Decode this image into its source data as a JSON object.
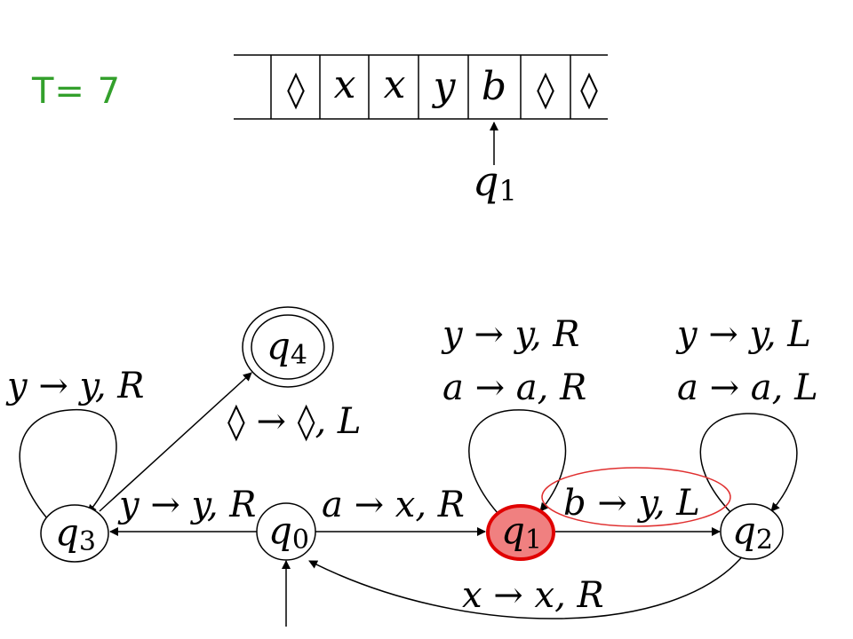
{
  "time": {
    "label": "T= 7"
  },
  "tape": {
    "cells": [
      "",
      "◊",
      "x",
      "x",
      "y",
      "b",
      "◊",
      "◊"
    ],
    "head_state": "q",
    "head_state_sub": "1",
    "head_cell_index": 5
  },
  "states": [
    {
      "id": "q0",
      "base": "q",
      "sub": "0",
      "active": false,
      "final": false
    },
    {
      "id": "q1",
      "base": "q",
      "sub": "1",
      "active": true,
      "final": false
    },
    {
      "id": "q2",
      "base": "q",
      "sub": "2",
      "active": false,
      "final": false
    },
    {
      "id": "q3",
      "base": "q",
      "sub": "3",
      "active": false,
      "final": false
    },
    {
      "id": "q4",
      "base": "q",
      "sub": "4",
      "active": false,
      "final": true
    }
  ],
  "transitions": {
    "q0_q1": "a → x, R",
    "q0_q3": "y → y, R",
    "q3_loop": "y → y, R",
    "q3_q4": "◊ → ◊, L",
    "q1_loop_1": "y → y, R",
    "q1_loop_2": "a → a, R",
    "q1_q2": "b → y, L",
    "q2_loop_1": "y → y, L",
    "q2_loop_2": "a → a, L",
    "q2_q0": "x → x, R"
  },
  "colors": {
    "active_fill": "#f08080",
    "active_stroke": "#e00000",
    "highlight": "#e03030",
    "time": "#33a02c"
  }
}
